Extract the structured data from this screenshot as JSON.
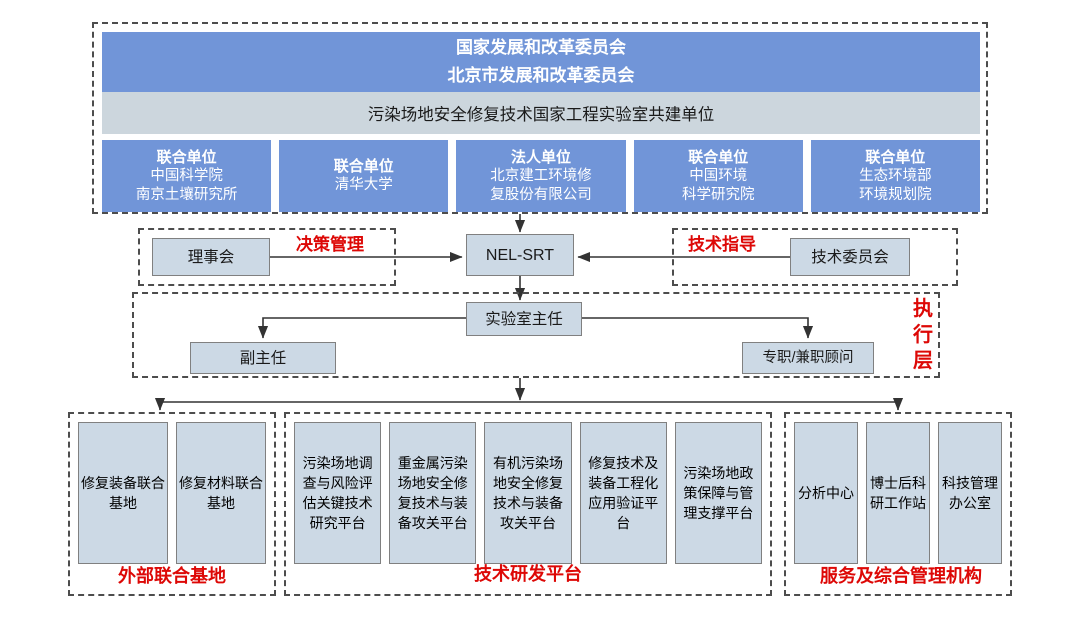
{
  "top_block": {
    "government": {
      "line1": "国家发展和改革委员会",
      "line2": "北京市发展和改革委员会"
    },
    "cooperation_banner": "污染场地安全修复技术国家工程实验室共建单位",
    "units": [
      {
        "role": "联合单位",
        "name_line1": "中国科学院",
        "name_line2": "南京土壤研究所"
      },
      {
        "role": "联合单位",
        "name_line1": "清华大学",
        "name_line2": ""
      },
      {
        "role": "法人单位",
        "name_line1": "北京建工环境修",
        "name_line2": "复股份有限公司"
      },
      {
        "role": "联合单位",
        "name_line1": "中国环境",
        "name_line2": "科学研究院"
      },
      {
        "role": "联合单位",
        "name_line1": "生态环境部",
        "name_line2": "环境规划院"
      }
    ]
  },
  "governance": {
    "board_label": "理事会",
    "decision_label": "决策管理",
    "center_label": "NEL-SRT",
    "guidance_label": "技术指导",
    "tech_committee_label": "技术委员会"
  },
  "executive": {
    "layer_label": "执行层",
    "director": "实验室主任",
    "deputy_director": "副主任",
    "advisor": "专职/兼职顾问"
  },
  "bottom": {
    "external_bases": {
      "label": "外部联合基地",
      "items": [
        "修复装备联合基地",
        "修复材料联合基地"
      ]
    },
    "rd_platforms": {
      "label": "技术研发平台",
      "items": [
        "污染场地调查与风险评估关键技术研究平台",
        "重金属污染场地安全修复技术与装备攻关平台",
        "有机污染场地安全修复技术与装备攻关平台",
        "修复技术及装备工程化应用验证平台",
        "污染场地政策保障与管理支撑平台"
      ]
    },
    "service_management": {
      "label": "服务及综合管理机构",
      "items": [
        "分析中心",
        "博士后科研工作站",
        "科技管理办公室"
      ]
    }
  },
  "colors": {
    "banner_blue": "#7195d8",
    "banner_grey": "#ccd6dd",
    "node_fill": "#ccd9e5",
    "node_border": "#808080",
    "accent_red": "#dd0806",
    "dash_border": "#4d4d4d"
  }
}
